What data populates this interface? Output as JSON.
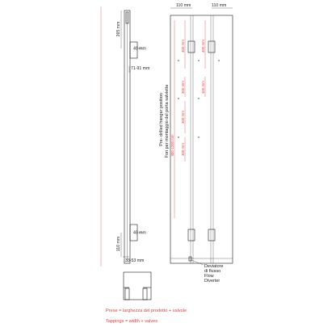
{
  "side_view": {
    "dim_top": "265 mm",
    "dim_upper_stub": "40 mm",
    "dim_wall_gap": "71-91 mm",
    "dim_lower_stub": "40 mm",
    "dim_bottom": "110 mm",
    "dim_base": "33-53 mm"
  },
  "front_view": {
    "dim_left_width": "110 mm",
    "dim_right_width": "110 mm",
    "dim_bracket_top": "400 mm",
    "dim_seg_1": "300 mm",
    "dim_seg_2": "300 mm",
    "dim_seg_3": "300 mm",
    "dim_total": "900-1200 mm",
    "dim_right_top": "400 mm",
    "dim_right_mid": "300 mm"
  },
  "labels": {
    "predrilled_en": "Pre- drilled hanger position",
    "predrilled_it": "Fori per montaggio del porta salviette",
    "flow_it_1": "Deviatore",
    "flow_it_2": "di flusso",
    "flow_en_1": "Flow",
    "flow_en_2": "Diverter"
  },
  "legend": {
    "it": "Prese = larghezza del prodotto + valvole",
    "en": "Tappings = width + valves"
  },
  "colors": {
    "line": "#1a1a1a",
    "accent": "#e43f3f"
  }
}
